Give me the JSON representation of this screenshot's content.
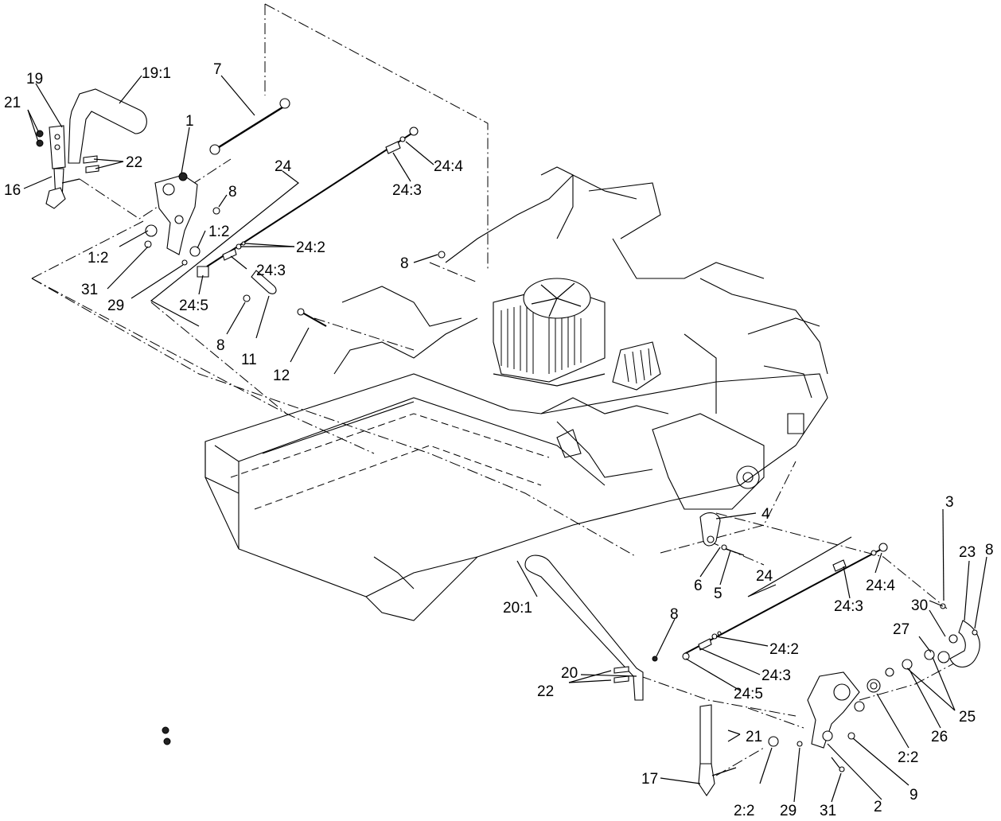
{
  "callouts": [
    {
      "id": "c-19-1",
      "label": "19:1"
    },
    {
      "id": "c-7",
      "label": "7"
    },
    {
      "id": "c-19",
      "label": "19"
    },
    {
      "id": "c-21-top",
      "label": "21"
    },
    {
      "id": "c-1",
      "label": "1"
    },
    {
      "id": "c-22-top",
      "label": "22"
    },
    {
      "id": "c-16",
      "label": "16"
    },
    {
      "id": "c-24-top",
      "label": "24"
    },
    {
      "id": "c-24-4-top",
      "label": "24:4"
    },
    {
      "id": "c-24-3-top",
      "label": "24:3"
    },
    {
      "id": "c-8-a",
      "label": "8"
    },
    {
      "id": "c-1-2-a",
      "label": "1:2"
    },
    {
      "id": "c-1-2-b",
      "label": "1:2"
    },
    {
      "id": "c-24-2-top",
      "label": "24:2"
    },
    {
      "id": "c-24-3-mid",
      "label": "24:3"
    },
    {
      "id": "c-8-b",
      "label": "8"
    },
    {
      "id": "c-31-top",
      "label": "31"
    },
    {
      "id": "c-29-top",
      "label": "29"
    },
    {
      "id": "c-24-5-top",
      "label": "24:5"
    },
    {
      "id": "c-8-c",
      "label": "8"
    },
    {
      "id": "c-11",
      "label": "11"
    },
    {
      "id": "c-12",
      "label": "12"
    },
    {
      "id": "c-3",
      "label": "3"
    },
    {
      "id": "c-4",
      "label": "4"
    },
    {
      "id": "c-23",
      "label": "23"
    },
    {
      "id": "c-8-d",
      "label": "8"
    },
    {
      "id": "c-24-bot",
      "label": "24"
    },
    {
      "id": "c-24-4-bot",
      "label": "24:4"
    },
    {
      "id": "c-6",
      "label": "6"
    },
    {
      "id": "c-5",
      "label": "5"
    },
    {
      "id": "c-24-3-bot",
      "label": "24:3"
    },
    {
      "id": "c-30",
      "label": "30"
    },
    {
      "id": "c-20-1",
      "label": "20:1"
    },
    {
      "id": "c-27",
      "label": "27"
    },
    {
      "id": "c-8-e",
      "label": "8"
    },
    {
      "id": "c-24-2-bot",
      "label": "24:2"
    },
    {
      "id": "c-20",
      "label": "20"
    },
    {
      "id": "c-24-3-low",
      "label": "24:3"
    },
    {
      "id": "c-22-bot",
      "label": "22"
    },
    {
      "id": "c-24-5-bot",
      "label": "24:5"
    },
    {
      "id": "c-25",
      "label": "25"
    },
    {
      "id": "c-26",
      "label": "26"
    },
    {
      "id": "c-21-bot",
      "label": "21"
    },
    {
      "id": "c-2-2-a",
      "label": "2:2"
    },
    {
      "id": "c-17",
      "label": "17"
    },
    {
      "id": "c-9",
      "label": "9"
    },
    {
      "id": "c-2",
      "label": "2"
    },
    {
      "id": "c-2-2-b",
      "label": "2:2"
    },
    {
      "id": "c-29-bot",
      "label": "29"
    },
    {
      "id": "c-31-bot",
      "label": "31"
    }
  ]
}
